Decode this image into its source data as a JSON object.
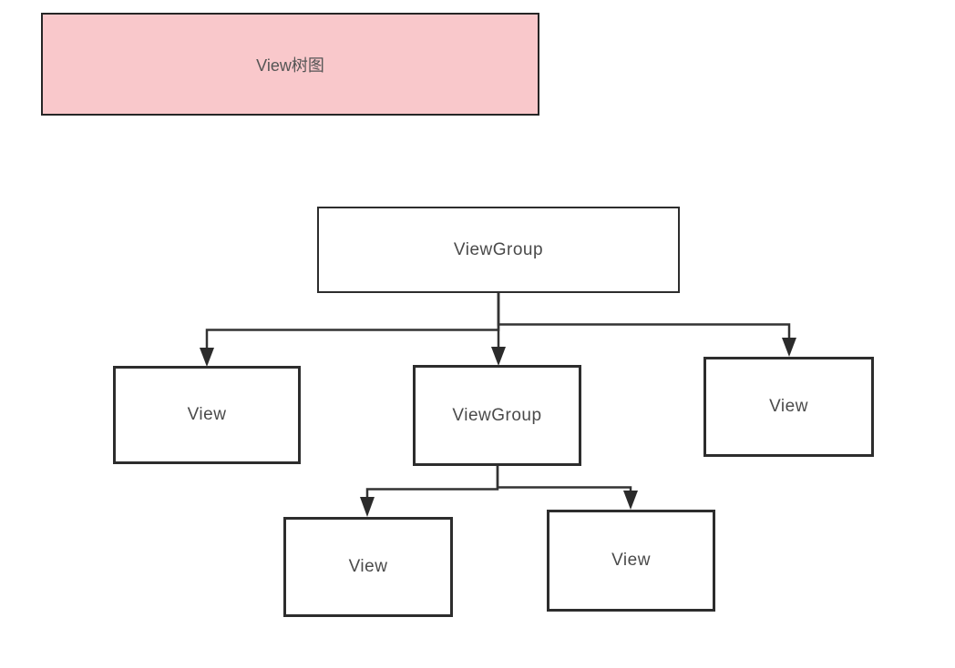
{
  "diagram": {
    "title_box": {
      "label": "View树图",
      "fill": "#f9c8cb",
      "border_color": "#262626"
    },
    "colors": {
      "background": "#ffffff",
      "box_fill": "#ffffff",
      "box_border": "#2d2d2d",
      "connector": "#333333",
      "text": "#4a4a4a"
    },
    "nodes": {
      "root": {
        "label": "ViewGroup"
      },
      "child_left": {
        "label": "View"
      },
      "child_center": {
        "label": "ViewGroup"
      },
      "child_right": {
        "label": "View"
      },
      "grandchild_left": {
        "label": "View"
      },
      "grandchild_right": {
        "label": "View"
      }
    },
    "edges": [
      {
        "from": "root",
        "to": "child_left"
      },
      {
        "from": "root",
        "to": "child_center"
      },
      {
        "from": "root",
        "to": "child_right"
      },
      {
        "from": "child_center",
        "to": "grandchild_left"
      },
      {
        "from": "child_center",
        "to": "grandchild_right"
      }
    ]
  }
}
